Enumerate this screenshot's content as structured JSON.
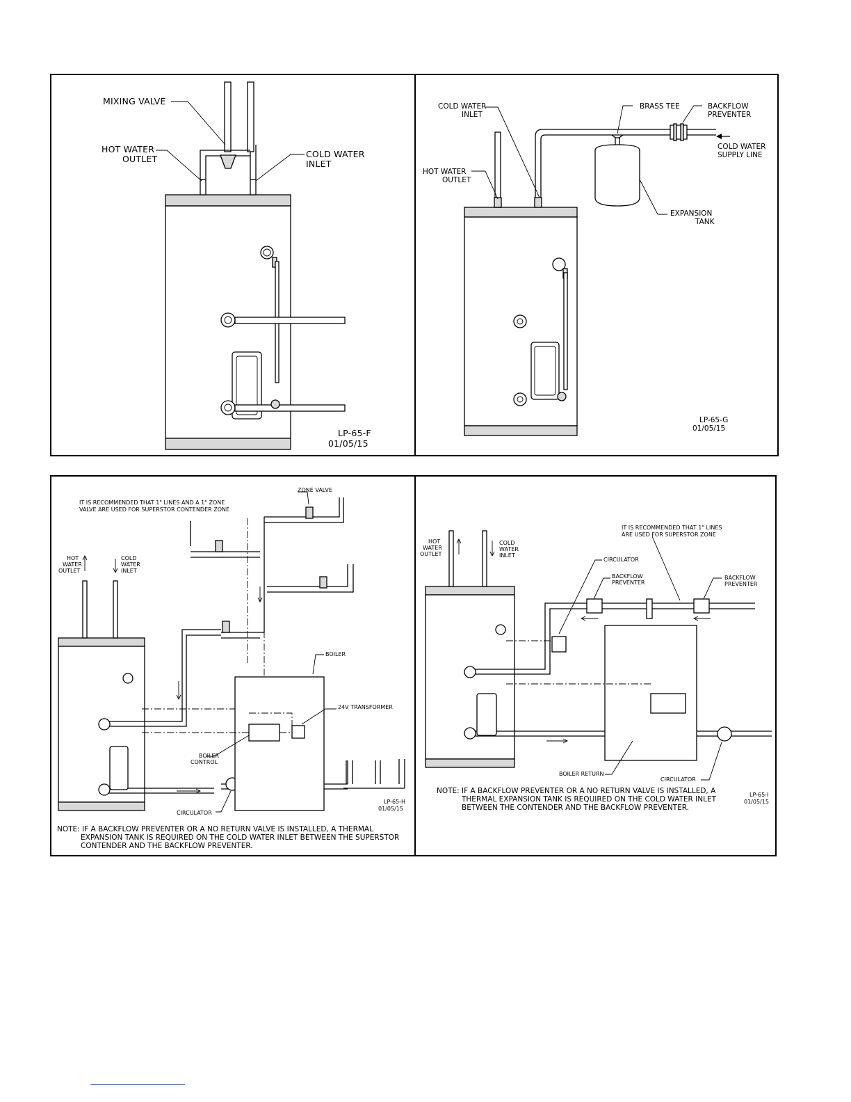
{
  "panel_f": {
    "labels": {
      "mixing_valve": "MIXING VALVE",
      "hot_water_outlet_1": "HOT WATER",
      "hot_water_outlet_2": "OUTLET",
      "cold_water_inlet_1": "COLD WATER",
      "cold_water_inlet_2": "INLET"
    },
    "drawing_id": "LP-65-F",
    "date": "01/05/15"
  },
  "panel_g": {
    "labels": {
      "cold_water_inlet_1": "COLD WATER",
      "cold_water_inlet_2": "INLET",
      "brass_tee": "BRASS TEE",
      "backflow_preventer_1": "BACKFLOW",
      "backflow_preventer_2": "PREVENTER",
      "cold_water_supply_1": "COLD WATER",
      "cold_water_supply_2": "SUPPLY LINE",
      "hot_water_outlet_1": "HOT WATER",
      "hot_water_outlet_2": "OUTLET",
      "expansion_tank_1": "EXPANSION",
      "expansion_tank_2": "TANK"
    },
    "drawing_id": "LP-65-G",
    "date": "01/05/15"
  },
  "panel_h": {
    "recommend_1": "IT IS RECOMMENDED THAT 1\" LINES AND A 1\" ZONE",
    "recommend_2": "VALVE ARE USED FOR SUPERSTOR CONTENDER ZONE",
    "labels": {
      "zone_valve": "ZONE VALVE",
      "hot_1": "HOT",
      "hot_2": "WATER",
      "hot_3": "OUTLET",
      "cold_1": "COLD",
      "cold_2": "WATER",
      "cold_3": "INLET",
      "boiler": "BOILER",
      "transformer": "24V TRANSFORMER",
      "boiler_control_1": "BOILER",
      "boiler_control_2": "CONTROL",
      "circulator": "CIRCULATOR"
    },
    "drawing_id": "LP-65-H",
    "date": "01/05/15",
    "note_1": "NOTE:  IF A BACKFLOW PREVENTER OR A NO RETURN VALVE IS INSTALLED, A THERMAL",
    "note_2": "EXPANSION TANK IS REQUIRED ON THE COLD WATER INLET BETWEEN THE SUPERSTOR",
    "note_3": "CONTENDER AND THE BACKFLOW PREVENTER."
  },
  "panel_i": {
    "recommend_1": "IT IS RECOMMENDED THAT 1\" LINES",
    "recommend_2": "ARE USED FOR SUPERSTOR ZONE",
    "labels": {
      "hot_1": "HOT",
      "hot_2": "WATER",
      "hot_3": "OUTLET",
      "cold_1": "COLD",
      "cold_2": "WATER",
      "cold_3": "INLET",
      "circulator_top": "CIRCULATOR",
      "backflow_left_1": "BACKFLOW",
      "backflow_left_2": "PREVENTER",
      "backflow_right_1": "BACKFLOW",
      "backflow_right_2": "PREVENTER",
      "boiler_return": "BOILER RETURN",
      "circulator_bottom": "CIRCULATOR"
    },
    "drawing_id": "LP-65-I",
    "date": "01/05/15",
    "note_1": "NOTE:  IF A BACKFLOW PREVENTER OR A NO RETURN VALVE IS INSTALLED, A",
    "note_2": "THERMAL EXPANSION TANK IS REQUIRED ON THE COLD WATER INLET",
    "note_3": "BETWEEN THE CONTENDER AND THE BACKFLOW PREVENTER."
  }
}
